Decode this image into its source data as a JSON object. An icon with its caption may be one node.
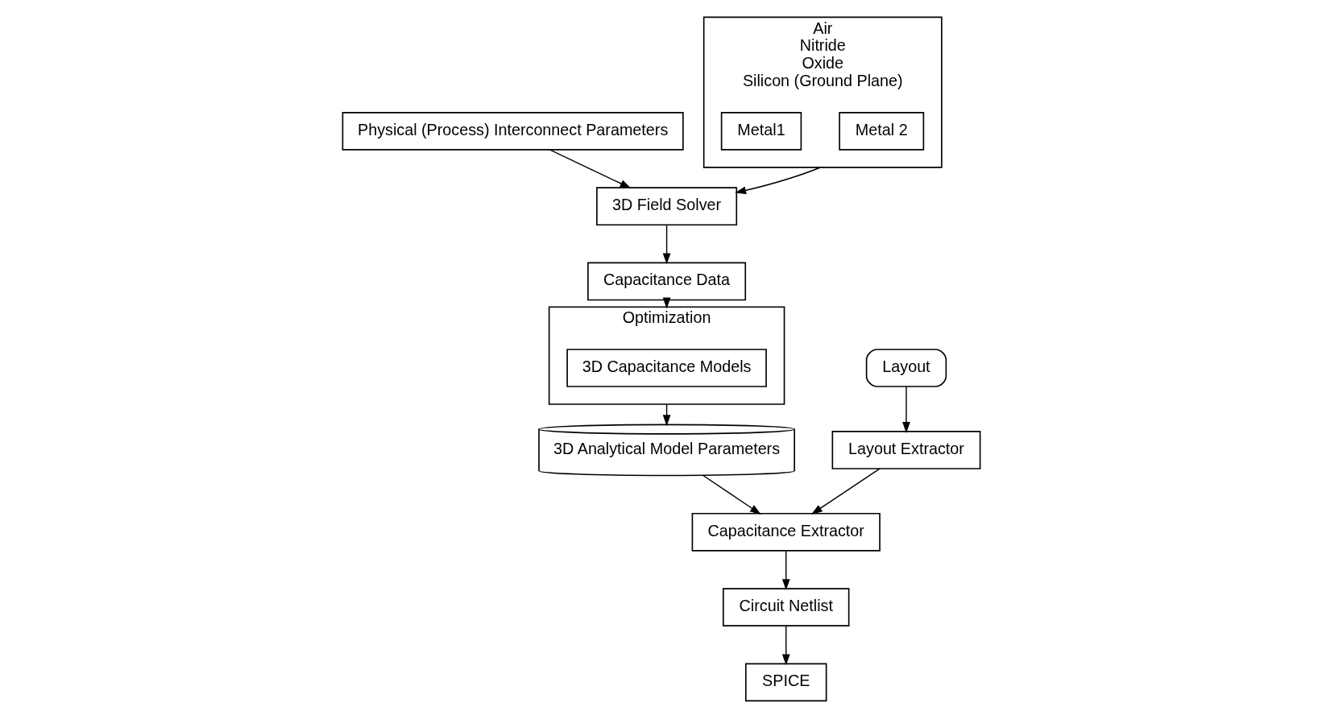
{
  "diagram": {
    "nodes": [
      {
        "text": [
          "Physical (Process) Interconnect Parameters"
        ]
      },
      {
        "text": [
          "Air",
          "Nitride",
          "Oxide",
          "Silicon (Ground Plane)"
        ]
      },
      {
        "text": [
          "Metal 2"
        ],
        "in": 1
      },
      {
        "text": [
          "Metal1"
        ],
        "in": 1
      },
      {
        "text": [
          "3D Field Solver"
        ]
      },
      {
        "text": [
          "Capacitance Data"
        ]
      },
      {
        "text": [
          "Optimization"
        ]
      },
      {
        "text": [
          "3D Capacitance Models"
        ],
        "in": 6
      },
      {
        "text": [
          "3D Analytical Model Parameters"
        ]
      },
      {
        "text": [
          "Layout"
        ]
      },
      {
        "text": [
          "Layout Extractor"
        ]
      },
      {
        "text": [
          "Capacitance Extractor"
        ]
      },
      {
        "text": [
          "Circuit Netlist"
        ]
      },
      {
        "text": [
          "SPICE"
        ]
      }
    ],
    "edges": [
      {
        "from": 0,
        "to": 4,
        "arrow": "to"
      },
      {
        "from": 1,
        "to": 4,
        "arrow": "to"
      },
      {
        "from": 4,
        "to": 5,
        "arrow": "to"
      },
      {
        "from": 5,
        "to": 6,
        "arrow": "to"
      },
      {
        "from": 6,
        "to": 8,
        "arrow": "to"
      },
      {
        "from": 8,
        "to": 11,
        "arrow": "to"
      },
      {
        "from": 9,
        "to": 10,
        "arrow": "to"
      },
      {
        "from": 10,
        "to": 11,
        "arrow": "to"
      },
      {
        "from": 11,
        "to": 12,
        "arrow": "to"
      },
      {
        "from": 12,
        "to": 13,
        "arrow": "to"
      }
    ]
  }
}
